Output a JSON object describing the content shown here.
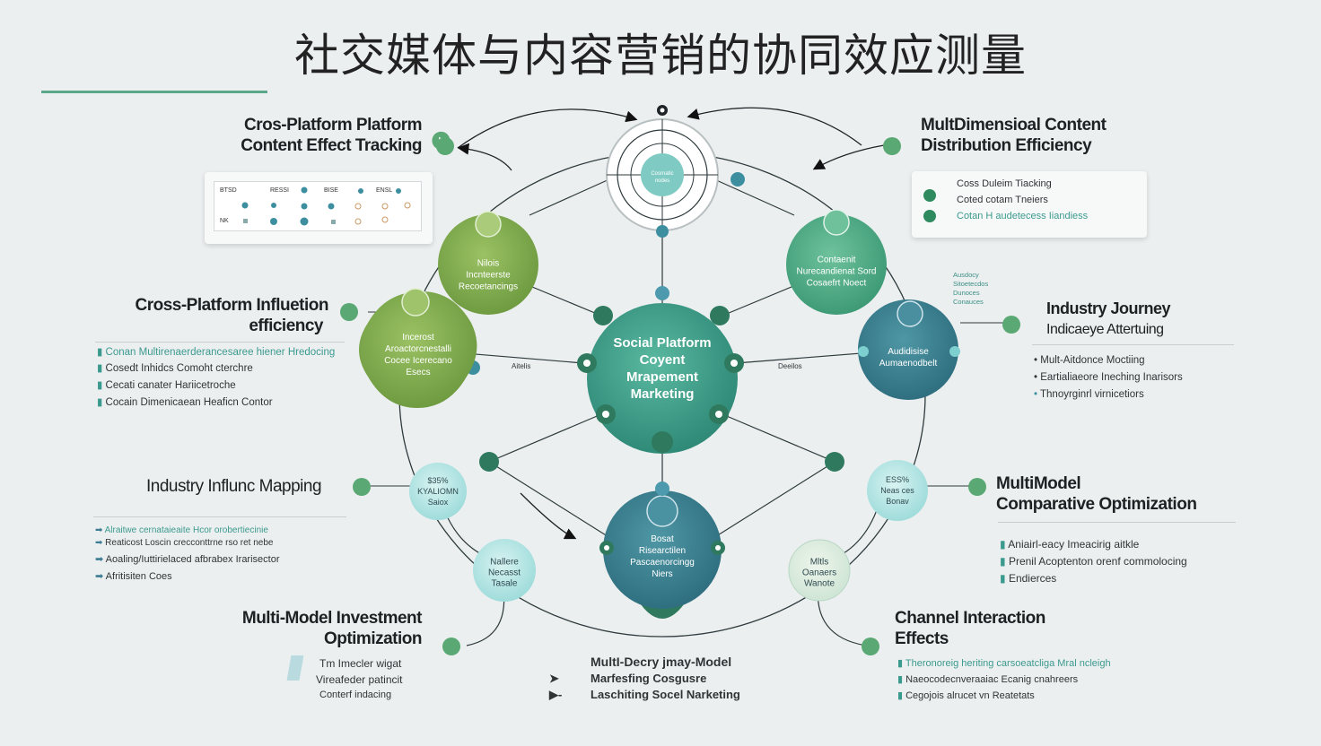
{
  "title": "社交媒体与内容营销的协同效应测量",
  "center": {
    "lines": [
      "Social Platform",
      "Coyent",
      "Mrapement",
      "Marketing"
    ]
  },
  "top_node": {
    "lines": [
      "Cosrnatic",
      "nodes"
    ]
  },
  "left_upper_node": {
    "lines": [
      "Nilois",
      "Incnteerste",
      "Recoetancings"
    ]
  },
  "left_mid_node": {
    "lines": [
      "Incerost",
      "Aroactorcnestalli",
      "Cocee Icerecano",
      "Esecs"
    ]
  },
  "right_upper_node": {
    "lines": [
      "Contaenit",
      "Nurecandienat Sord",
      "Cosaefrt Noect"
    ]
  },
  "right_mid_node": {
    "lines": [
      "Audidisise",
      "Aumaenodbelt"
    ]
  },
  "bottom_node": {
    "lines": [
      "Bosat",
      "Risearctilen",
      "Pascaenorcingg",
      "Niers"
    ]
  },
  "small_left_upper": {
    "lines": [
      "$35%",
      "KYALIOMN",
      "Saiox"
    ]
  },
  "small_left_lower": {
    "lines": [
      "Nallere",
      "Necasst",
      "Tasale"
    ]
  },
  "small_right_upper": {
    "lines": [
      "ESS%",
      "Neas ces",
      "Bonav"
    ]
  },
  "small_right_lower": {
    "lines": [
      "Mltls",
      "Oanaers",
      "Wanote"
    ]
  },
  "side_labels": {
    "left": "Aitelis",
    "right": "Deeilos"
  },
  "headings": {
    "top_left": [
      "Cros-Platform Platform",
      "Content Effect Tracking"
    ],
    "top_right": [
      "MultDimensioal Content",
      "Distribution Efficiency"
    ],
    "mid_left": [
      "Cross-Platform Influetion",
      "efficiency"
    ],
    "mid_right": [
      "Industry Journey",
      "Indicaeye Attertuing"
    ],
    "lower_left": [
      "Industry Influnc Mapping"
    ],
    "lower_right": [
      "MultiModel",
      "Comparative Optimization"
    ],
    "bottom_left": [
      "Multi-Model Investment",
      "Optimization"
    ],
    "bottom_right": [
      "Channel Interaction",
      "Effects"
    ]
  },
  "table_card": {
    "headers": [
      "BTSD",
      "RESSI",
      "BISE",
      "",
      "ENSL"
    ],
    "rows": [
      [
        "NK",
        "",
        "",
        "",
        "",
        ""
      ],
      [
        "",
        "",
        "",
        "",
        "",
        ""
      ]
    ]
  },
  "tr_card_items": [
    "Coss Duleim Tiacking",
    "Coted cotam Tneiers",
    "Cotan H audetecess Iiandiess"
  ],
  "tr_tiny_note": [
    "Ausdocy",
    "Sitoetecdos",
    "Dunoces",
    "Conauces"
  ],
  "mid_left_items": [
    "Conan Multirenaerderancesaree hiener Hredocing",
    "Cosedt Inhidcs Comoht cterchre",
    "Cecati canater Hariicetroche",
    "Cocain Dimenicaean Heaficn Contor"
  ],
  "mid_right_items": [
    "Mult-Aitdonce Moctiing",
    "Eartialiaeore Ineching Inarisors",
    "Thnoyrginrl virnicetiors"
  ],
  "lower_left_items": [
    "Alraitwe cernataieaite Hcor orobertiecinie",
    "Reaticost Loscin crecconttrne rso ret nebe",
    "Aoaling/Iuttirielaced afbrabex Irarisector",
    "Afritisiten Coes"
  ],
  "lower_right_items": [
    "Aniairl-eacy Imeacirig aitkle",
    "Prenil Acoptenton orenf commolocing",
    "Endierces"
  ],
  "bottom_left_items": [
    "Tm Imecler wigat",
    "Vireafeder patincit",
    "Conterf indacing"
  ],
  "bottom_center_items": [
    "MultI-Decry jmay-Model",
    "Marfesfing Cosgusre",
    "Laschiting Socel Narketing"
  ],
  "bottom_right_items": [
    "Theronoreig heriting carsoeatcliga Mral ncleigh",
    "Naeocodecnveraaiac Ecanig cnahreers",
    "Cegojois alrucet vn Reatetats"
  ],
  "colors": {
    "green": "#86ad4f",
    "teal": "#3f9f88",
    "blue": "#3d7d93",
    "light": "#a8dede",
    "accent": "#5aa873"
  }
}
